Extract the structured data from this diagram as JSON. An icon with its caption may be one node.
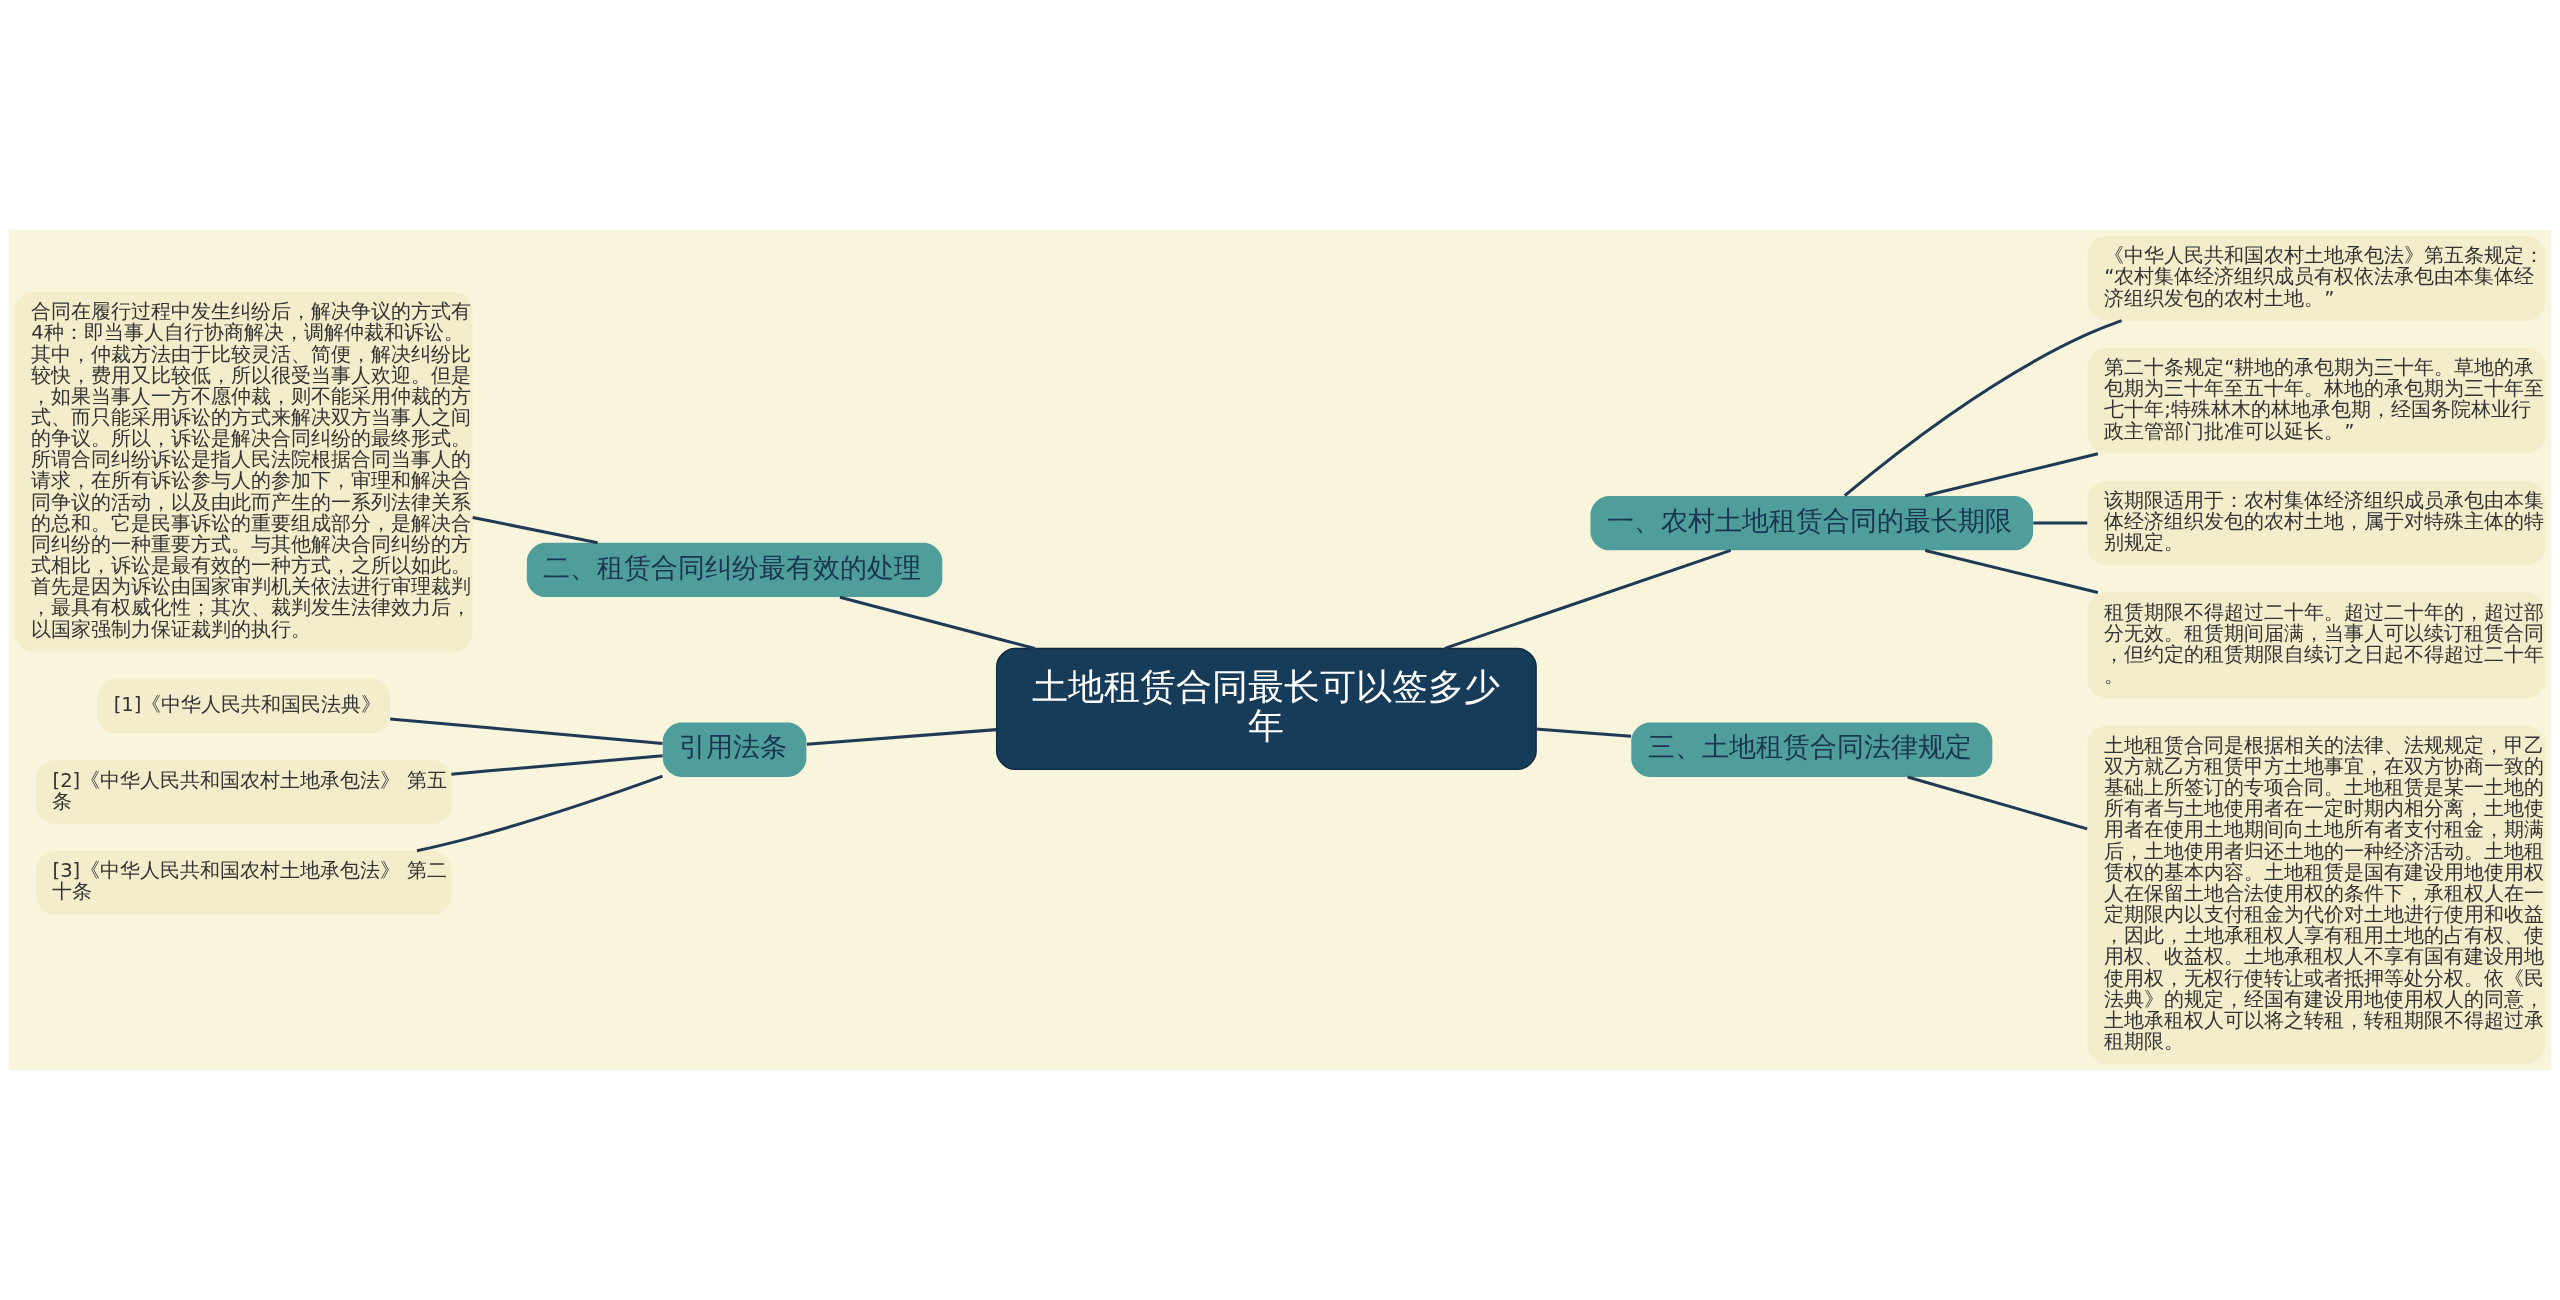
{
  "diagram": {
    "nodes": [
      {
        "text": [
          "土地租赁合同最长可以签多少年"
        ]
      },
      {
        "text": [
          "一、农村土地租赁合同的最长期限"
        ]
      },
      {
        "text": [
          "《中华人民共和国农村土地承包法》第五条规定：“农村集体经济组织成员有权依法承包由本集体经济组织发包的农村土地。”"
        ]
      },
      {
        "text": [
          "第二十条规定“耕地的承包期为三十年。草地的承包期为三十年至五十年。林地的承包期为三十年至七十年;特殊林木的林地承包期，经国务院林业行政主管部门批准可以延长。”"
        ]
      },
      {
        "text": [
          "该期限适用于：农村集体经济组织成员承包由本集体经济组织发包的农村土地，属于对特殊主体的特别规定。"
        ]
      },
      {
        "text": [
          "租赁期限不得超过二十年。超过二十年的，超过部分无效。租赁期间届满，当事人可以续订租赁合同，但约定的租赁期限自续订之日起不得超过二十年。"
        ]
      },
      {
        "text": [
          "三、土地租赁合同法律规定"
        ]
      },
      {
        "text": [
          "土地租赁合同是根据相关的法律、法规规定，甲乙双方就乙方租赁甲方土地事宜，在双方协商一致的基础上所签订的专项合同。土地租赁是某一土地的所有者与土地使用者在一定时期内相分离，土地使用者在使用土地期间向土地所有者支付租金，期满后，土地使用者归还土地的一种经济活动。土地租赁权的基本内容。土地租赁是国有建设用地使用权人在保留土地合法使用权的条件下，承租权人在一定期限内以支付租金为代价对土地进行使用和收益，因此，土地承租权人享有租用土地的占有权、使用权、收益权。土地承租权人不享有国有建设用地使用权，无权行使转让或者抵押等处分权。依《民法典》的规定，经国有建设用地使用权人的同意，土地承租权人可以将之转租，转租期限不得超过承租期限。"
        ]
      },
      {
        "text": [
          "二、租赁合同纠纷最有效的处理"
        ]
      },
      {
        "text": [
          "合同在履行过程中发生纠纷后，解决争议的方式有4种：即当事人自行协商解决，调解仲裁和诉讼。其中，仲裁方法由于比较灵活、简便，解决纠纷比较快，费用又比较低，所以很受当事人欢迎。但是，如果当事人一方不愿仲裁，则不能采用仲裁的方式、而只能采用诉讼的方式来解决双方当事人之间的争议。所以，诉讼是解决合同纠纷的最终形式。所谓合同纠纷诉讼是指人民法院根据合同当事人的请求，在所有诉讼参与人的参加下，审理和解决合同争议的活动，以及由此而产生的一系列法律关系的总和。它是民事诉讼的重要组成部分，是解决合同纠纷的一种重要方式。与其他解决合同纠纷的方式相比，诉讼是最有效的一种方式，之所以如此。首先是因为诉讼由国家审判机关依法进行审理裁判，最具有权威化性；其次、裁判发生法律效力后，以国家强制力保证裁判的执行。"
        ]
      },
      {
        "text": [
          "引用法条"
        ]
      },
      {
        "text": [
          "[1]《中华人民共和国民法典》"
        ]
      },
      {
        "text": [
          "[2]《中华人民共和国农村土地承包法》 第五条"
        ]
      },
      {
        "text": [
          "[3]《中华人民共和国农村土地承包法》 第二十条"
        ]
      }
    ],
    "edges": [
      {
        "from": 0,
        "to": 1,
        "arrow": "none"
      },
      {
        "from": 1,
        "to": 2,
        "arrow": "none"
      },
      {
        "from": 1,
        "to": 3,
        "arrow": "none"
      },
      {
        "from": 1,
        "to": 4,
        "arrow": "none"
      },
      {
        "from": 1,
        "to": 5,
        "arrow": "none"
      },
      {
        "from": 0,
        "to": 6,
        "arrow": "none"
      },
      {
        "from": 6,
        "to": 7,
        "arrow": "none"
      },
      {
        "from": 0,
        "to": 8,
        "arrow": "none"
      },
      {
        "from": 8,
        "to": 9,
        "arrow": "none"
      },
      {
        "from": 0,
        "to": 10,
        "arrow": "none"
      },
      {
        "from": 10,
        "to": 11,
        "arrow": "none"
      },
      {
        "from": 10,
        "to": 12,
        "arrow": "none"
      },
      {
        "from": 10,
        "to": 13,
        "arrow": "none"
      }
    ]
  }
}
